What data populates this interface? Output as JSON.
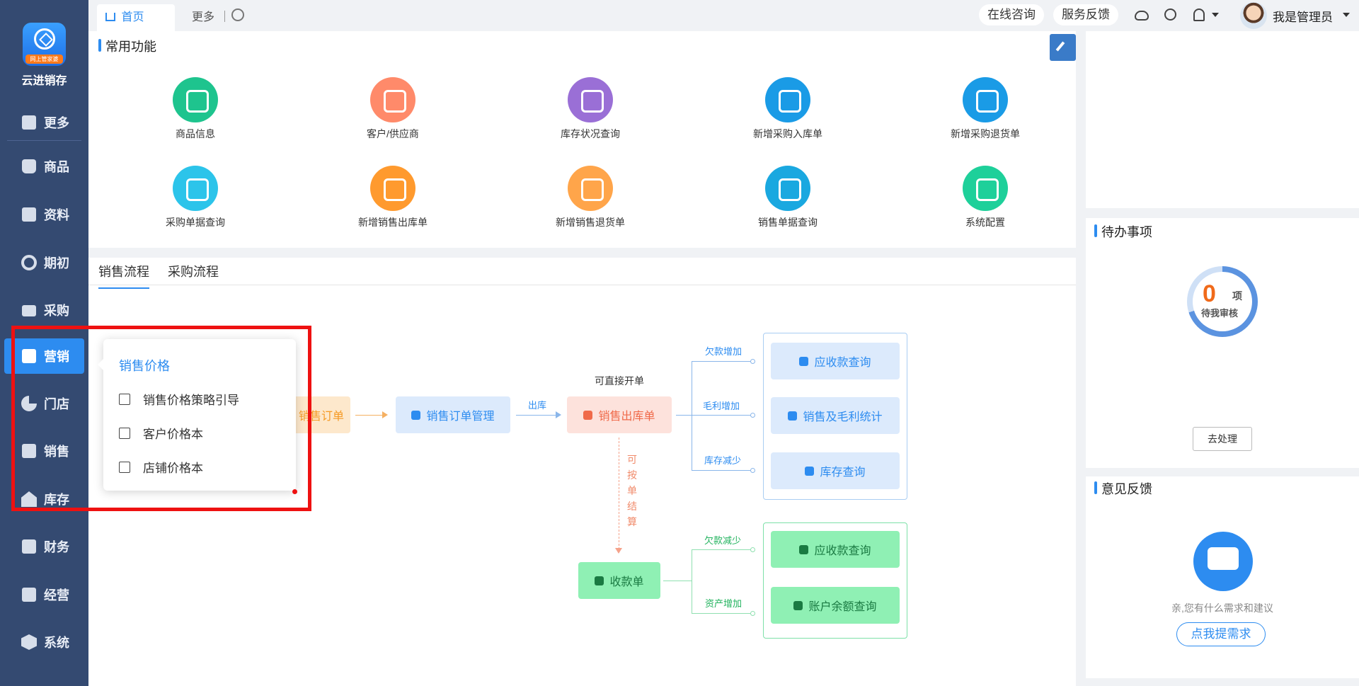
{
  "brand": {
    "logo_badge": "网上管家婆",
    "name": "云进销存"
  },
  "sidebar": {
    "items": [
      {
        "label": "更多",
        "icon": "plus-square-icon"
      },
      {
        "label": "商品",
        "icon": "bag-icon"
      },
      {
        "label": "资料",
        "icon": "document-icon"
      },
      {
        "label": "期初",
        "icon": "target-icon"
      },
      {
        "label": "采购",
        "icon": "purchase-icon"
      },
      {
        "label": "营销",
        "icon": "marketing-icon"
      },
      {
        "label": "门店",
        "icon": "pie-chart-icon"
      },
      {
        "label": "销售",
        "icon": "bar-chart-icon"
      },
      {
        "label": "库存",
        "icon": "warehouse-icon"
      },
      {
        "label": "财务",
        "icon": "yen-icon"
      },
      {
        "label": "经营",
        "icon": "trend-icon"
      },
      {
        "label": "系统",
        "icon": "hexagon-gear-icon"
      }
    ],
    "active": "营销"
  },
  "topbar": {
    "tabs": [
      {
        "label": "首页"
      },
      {
        "label": "更多"
      }
    ],
    "consult": "在线咨询",
    "feedback": "服务反馈",
    "user": "我是管理员"
  },
  "quick": {
    "title": "常用功能",
    "items": [
      {
        "label": "商品信息",
        "color": "#1ec48e"
      },
      {
        "label": "客户/供应商",
        "color": "#ff8a6a"
      },
      {
        "label": "库存状况查询",
        "color": "#9a6fd6"
      },
      {
        "label": "新增采购入库单",
        "color": "#1a9be6"
      },
      {
        "label": "新增采购退货单",
        "color": "#1a9be6"
      },
      {
        "label": "采购单据查询",
        "color": "#2cc4ea"
      },
      {
        "label": "新增销售出库单",
        "color": "#ff9a2e"
      },
      {
        "label": "新增销售退货单",
        "color": "#ffa54a"
      },
      {
        "label": "销售单据查询",
        "color": "#1aa8e0"
      },
      {
        "label": "系统配置",
        "color": "#1ed09a"
      }
    ]
  },
  "flow": {
    "tabs": [
      "销售流程",
      "采购流程"
    ],
    "boxes": {
      "order": "销售订单",
      "order_mgmt": "销售订单管理",
      "outbound": "销售出库单",
      "receivable": "应收款查询",
      "profit": "销售及毛利统计",
      "stock": "库存查询",
      "receipt": "收款单",
      "receivable2": "应收款查询",
      "balance": "账户余额查询"
    },
    "labels": {
      "ship": "出库",
      "direct": "可直接开单",
      "debt_up": "欠款增加",
      "profit_up": "毛利增加",
      "stock_down": "库存减少",
      "debt_down": "欠款减少",
      "asset_up": "资产增加",
      "settle": [
        "可",
        "按",
        "单",
        "结",
        "算"
      ]
    }
  },
  "todo": {
    "title": "待办事项",
    "count": "0",
    "unit": "项",
    "label": "待我审核",
    "button": "去处理"
  },
  "feedback": {
    "title": "意见反馈",
    "text": "亲,您有什么需求和建议",
    "button": "点我提需求"
  },
  "popup": {
    "title": "销售价格",
    "items": [
      {
        "label": "销售价格策略引导",
        "icon": "chart-line-icon"
      },
      {
        "label": "客户价格本",
        "icon": "price-book-icon"
      },
      {
        "label": "店铺价格本",
        "icon": "price-book-icon"
      }
    ]
  }
}
